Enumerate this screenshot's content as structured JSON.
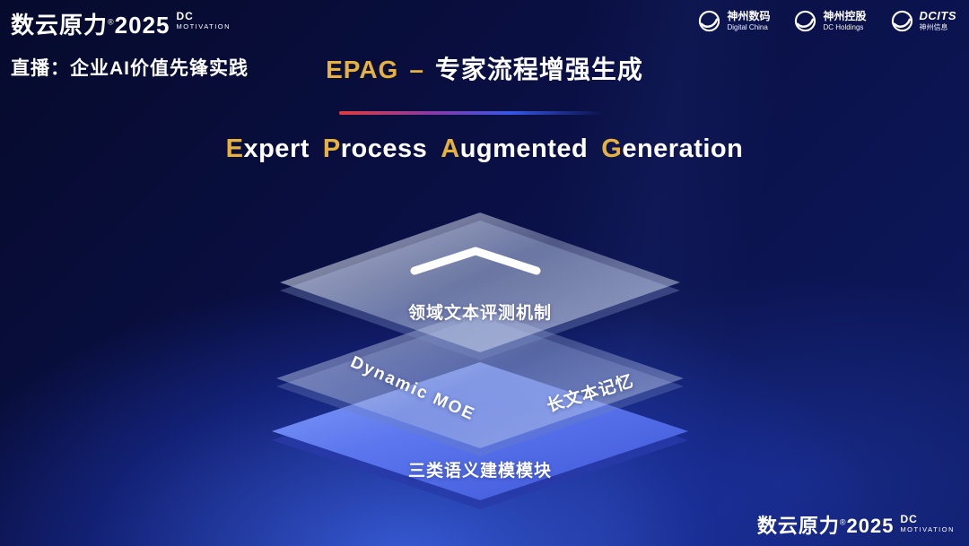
{
  "colors": {
    "accent_gold": "#e6b13c",
    "divider_red": "#e03c3c",
    "divider_blue": "#3657e8",
    "bottom_layer_blue": "#5b76ee",
    "background_navy": "#0a1045"
  },
  "brand": {
    "name": "数云原力",
    "reg": "®",
    "year": "2025",
    "dc": "DC",
    "motivation": "MOTIVATION"
  },
  "header": {
    "live_label": "直播：企业AI价值先锋实践",
    "title_abbr": "EPAG",
    "title_dash": "–",
    "title_cn": "专家流程增强生成",
    "partner_logos": [
      {
        "line1": "神州数码",
        "line2": "Digital China"
      },
      {
        "line1": "神州控股",
        "line2": "DC Holdings"
      },
      {
        "line1": "DCITS",
        "line2": "神州信息"
      }
    ]
  },
  "hero": {
    "words": [
      {
        "accent": "E",
        "rest": "xpert"
      },
      {
        "accent": "P",
        "rest": "rocess"
      },
      {
        "accent": "A",
        "rest": "ugmented"
      },
      {
        "accent": "G",
        "rest": "eneration"
      }
    ]
  },
  "diagram": {
    "top_layer_label": "领域文本评测机制",
    "middle_layer_left_label": "Dynamic MOE",
    "middle_layer_right_label": "长文本记忆",
    "bottom_layer_label": "三类语义建模模块"
  }
}
